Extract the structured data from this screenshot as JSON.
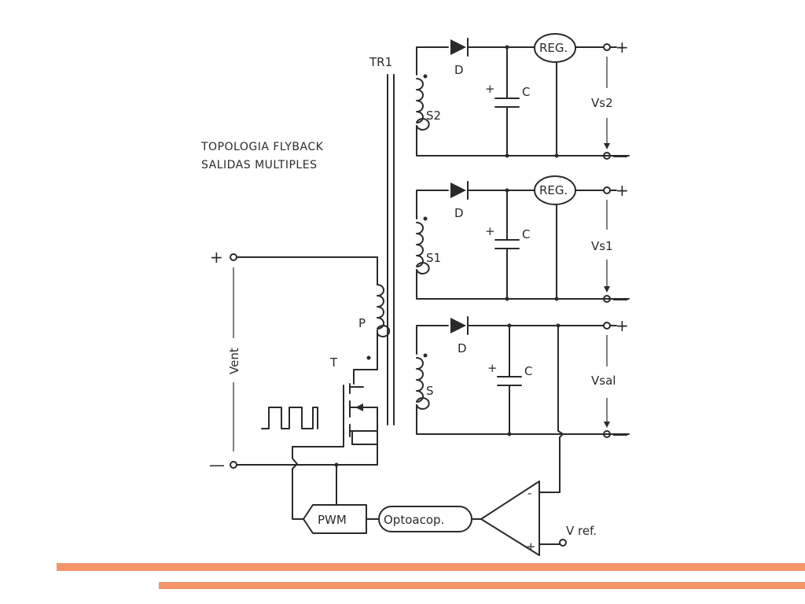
{
  "diagram": {
    "title_line1": "TOPOLOGIA  FLYBACK",
    "title_line2": "SALIDAS  MULTIPLES",
    "transformer": "TR1",
    "primary": "P",
    "switch": "T",
    "secondaries": [
      {
        "winding": "S2",
        "diode": "D",
        "cap": "C",
        "reg": "REG.",
        "output": "Vs2"
      },
      {
        "winding": "S1",
        "diode": "D",
        "cap": "C",
        "reg": "REG.",
        "output": "Vs1"
      },
      {
        "winding": "S",
        "diode": "D",
        "cap": "C",
        "output": "Vsal"
      }
    ],
    "input_voltage": "Vent",
    "plus": "+",
    "minus": "—",
    "pwm": "PWM",
    "optocoupler": "Optoacop.",
    "vref": "V ref.",
    "opamp_minus": "-",
    "opamp_plus": "+"
  },
  "colors": {
    "ink": "#2a2a2a",
    "accent_bar": "#f4956a"
  }
}
